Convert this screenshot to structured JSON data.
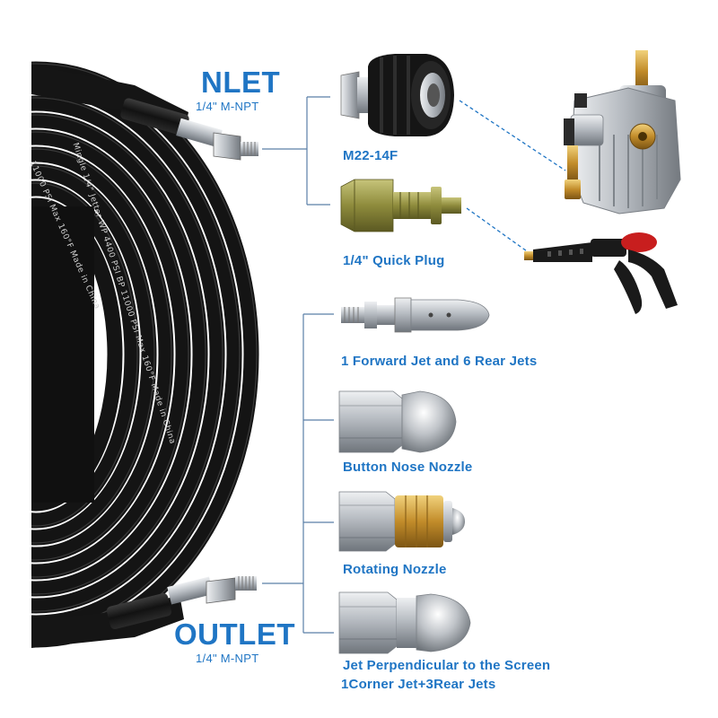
{
  "inlet": {
    "title": "NLET",
    "thread": "1/4\" M-NPT"
  },
  "outlet": {
    "title": "OUTLET",
    "thread": "1/4\" M-NPT"
  },
  "hose_print": [
    "Mingle 1/4\" Jetter WP 4400 PSI BP 11000 PSI Max 160°F Made in China",
    "11000 PSi Max 160°F Made in China"
  ],
  "items": [
    {
      "label": "M22-14F"
    },
    {
      "label": "1/4\" Quick Plug"
    },
    {
      "label": "1 Forward Jet and 6 Rear Jets"
    },
    {
      "label": "Button Nose Nozzle"
    },
    {
      "label": "Rotating Nozzle"
    },
    {
      "label": "Jet Perpendicular to the Screen"
    },
    {
      "label": "1Corner Jet+3Rear Jets"
    }
  ],
  "colors": {
    "accent": "#1f75c4",
    "hose": "#141414",
    "steel": "#b9bcc0",
    "brass": "#c9962e"
  }
}
